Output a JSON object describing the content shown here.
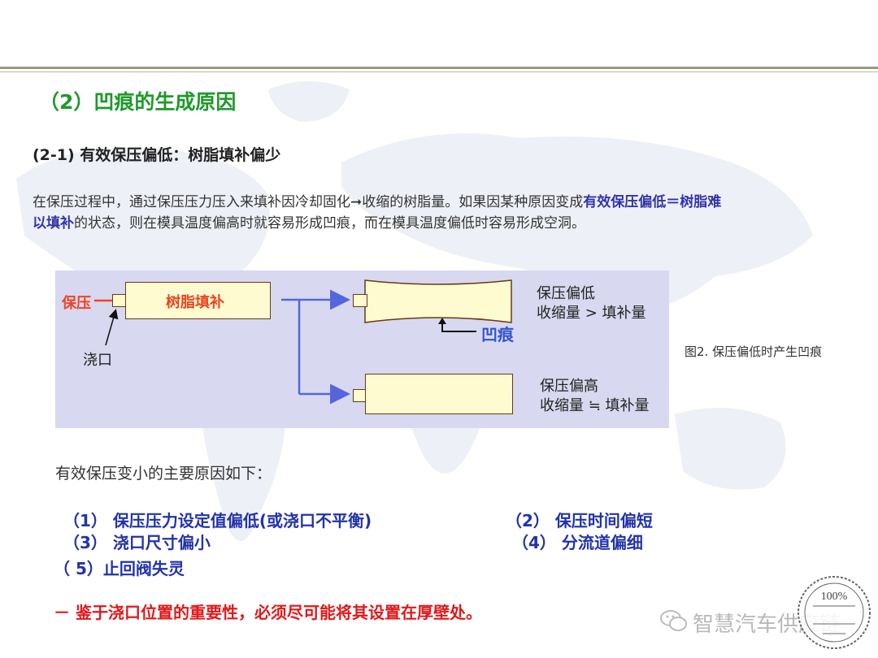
{
  "section_title": "（2）凹痕的生成原因",
  "subsection_title": "(2-1) 有效保压偏低：树脂填补偏少",
  "paragraph": {
    "part1": "在保压过程中，通过保压压力压入来填补因冷却固化➞收缩的树脂量。如果因某种原因变成",
    "emphasis": "有效保压偏低＝树脂难以填补",
    "part2": "的状态，则在模具温度偏高时就容易形成凹痕，而在模具温度偏低时容易形成空洞。"
  },
  "diagram": {
    "pressure_label": "保压",
    "resin_fill_label": "树脂填补",
    "gate_label": "浇口",
    "dent_label": "凹痕",
    "low_pressure_line1": "保压偏低",
    "low_pressure_line2": "收缩量 > 填补量",
    "high_pressure_line1": "保压偏高",
    "high_pressure_line2": "收缩量 ≒ 填补量"
  },
  "figure_caption": "图2. 保压偏低时产生凹痕",
  "causes_title": "有效保压变小的主要原因如下：",
  "causes": [
    "（1）  保压压力设定值偏低(或浇口不平衡)",
    "（2）  保压时间偏短",
    "（3）  浇口尺寸偏小",
    "（4）  分流道偏细",
    "（ 5）止回阀失灵"
  ],
  "warning": "－ 鉴于浇口位置的重要性，必须尽可能将其设置在厚壁处。",
  "watermark_text": "智慧汽车供应链",
  "stamp_text": "100%",
  "colors": {
    "title_green": "#1e9a2a",
    "emphasis_blue": "#3333aa",
    "cause_blue": "#2233aa",
    "warning_red": "#e0181a",
    "diagram_bg": "#d8d8f0",
    "box_fill": "#fffbd0",
    "arrow_blue": "#5566dd",
    "label_orange": "#ee4422"
  }
}
